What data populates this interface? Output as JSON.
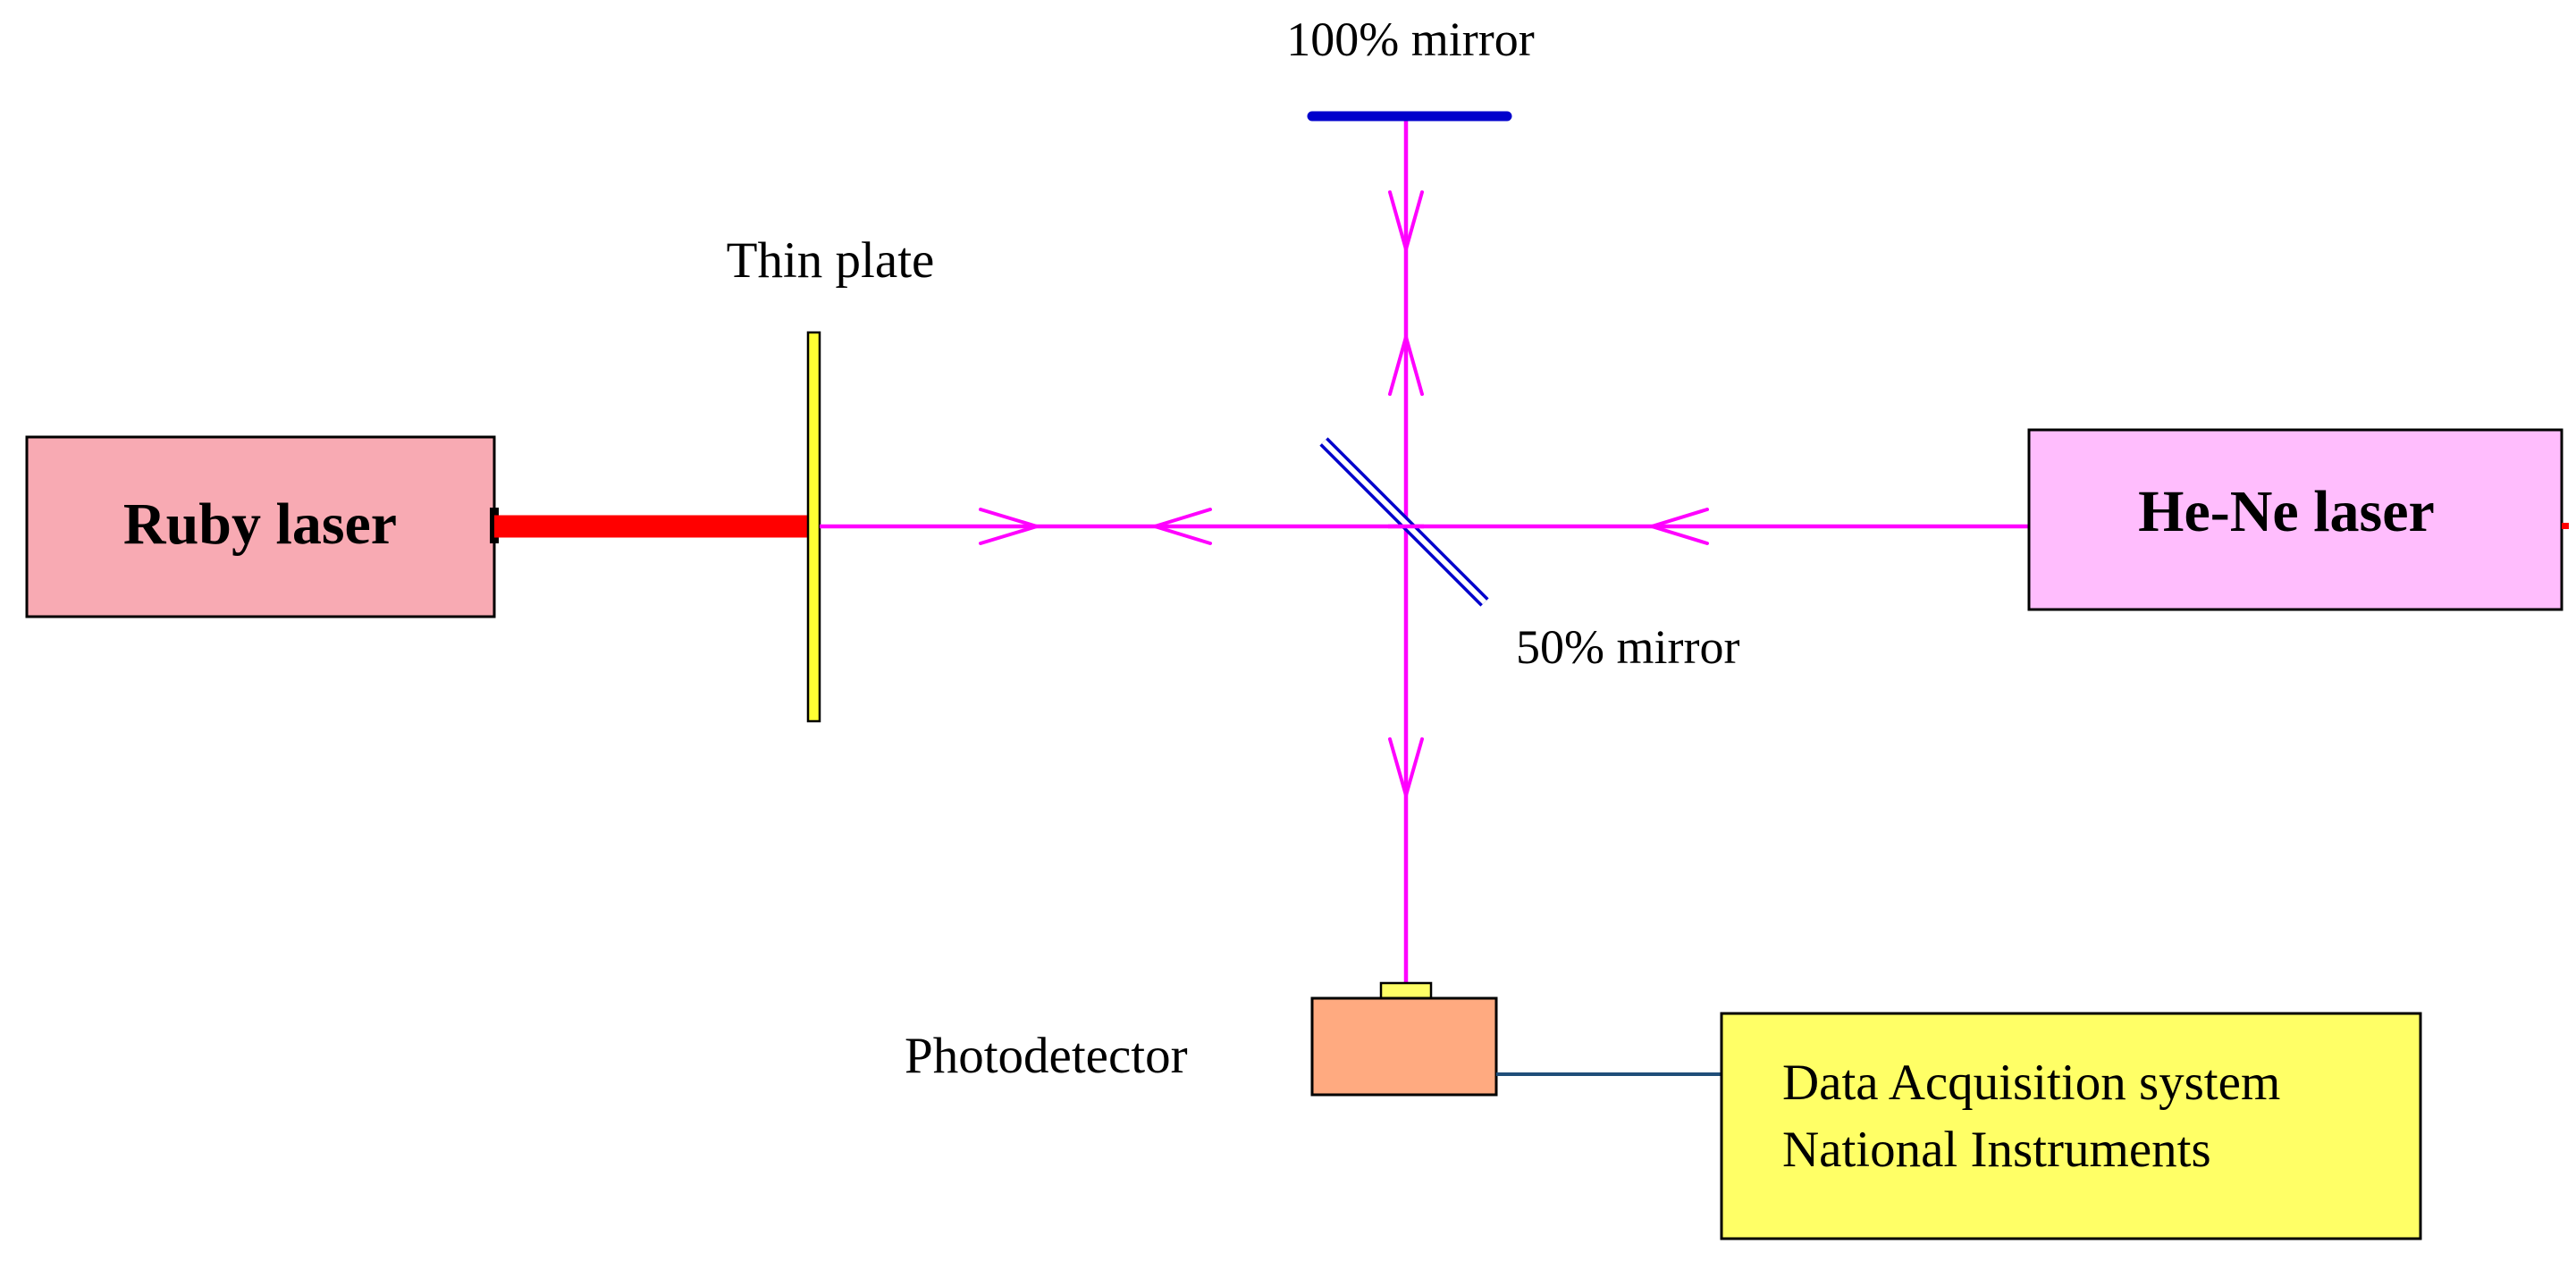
{
  "components": {
    "ruby_laser": {
      "label": "Ruby laser",
      "fill": "#f8aab3"
    },
    "hene_laser": {
      "label": "He-Ne laser",
      "fill": "#ffbdfd"
    },
    "thin_plate": {
      "label": "Thin plate",
      "fill": "#ffff33"
    },
    "full_mirror": {
      "label": "100% mirror",
      "color": "#0000cc"
    },
    "half_mirror": {
      "label": "50% mirror",
      "color": "#0000cc"
    },
    "photodetector": {
      "label": "Photodetector",
      "fill": "#ffaa80"
    },
    "daq": {
      "label_line1": "Data Acquisition system",
      "label_line2": "National Instruments",
      "fill": "#ffff66"
    }
  },
  "colors": {
    "beam": "#ff00ff",
    "ruby_beam": "#ff0000",
    "cable": "#1f4e79"
  }
}
